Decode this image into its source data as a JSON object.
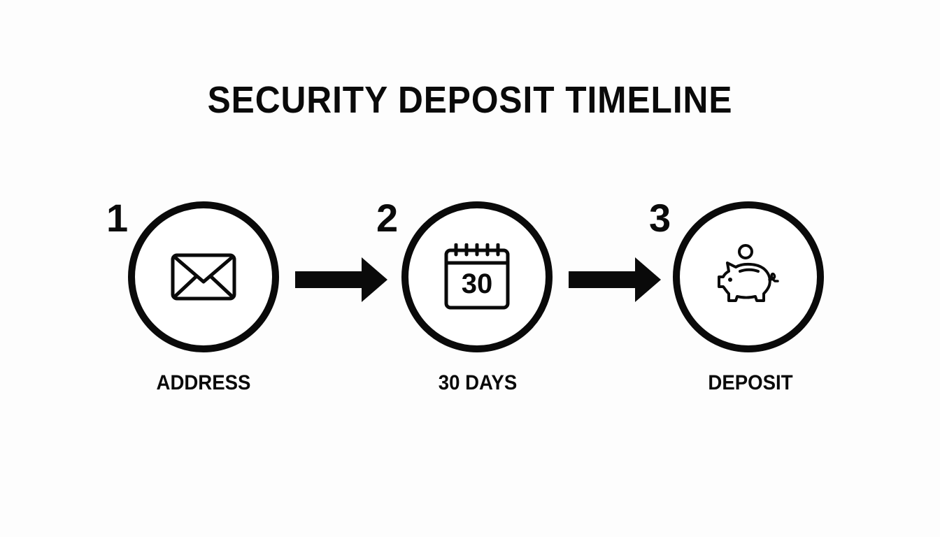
{
  "title": "SECURITY DEPOSIT TIMELINE",
  "steps": [
    {
      "number": "1",
      "label": "ADDRESS",
      "icon": "envelope-icon"
    },
    {
      "number": "2",
      "label": "30 DAYS",
      "icon": "calendar-icon",
      "icon_text": "30"
    },
    {
      "number": "3",
      "label": "DEPOSIT",
      "icon": "piggy-bank-icon"
    }
  ],
  "connectors": [
    "arrow-right-icon",
    "arrow-right-icon"
  ],
  "colors": {
    "foreground": "#0a0a0a",
    "background": "#fdfdfd"
  }
}
